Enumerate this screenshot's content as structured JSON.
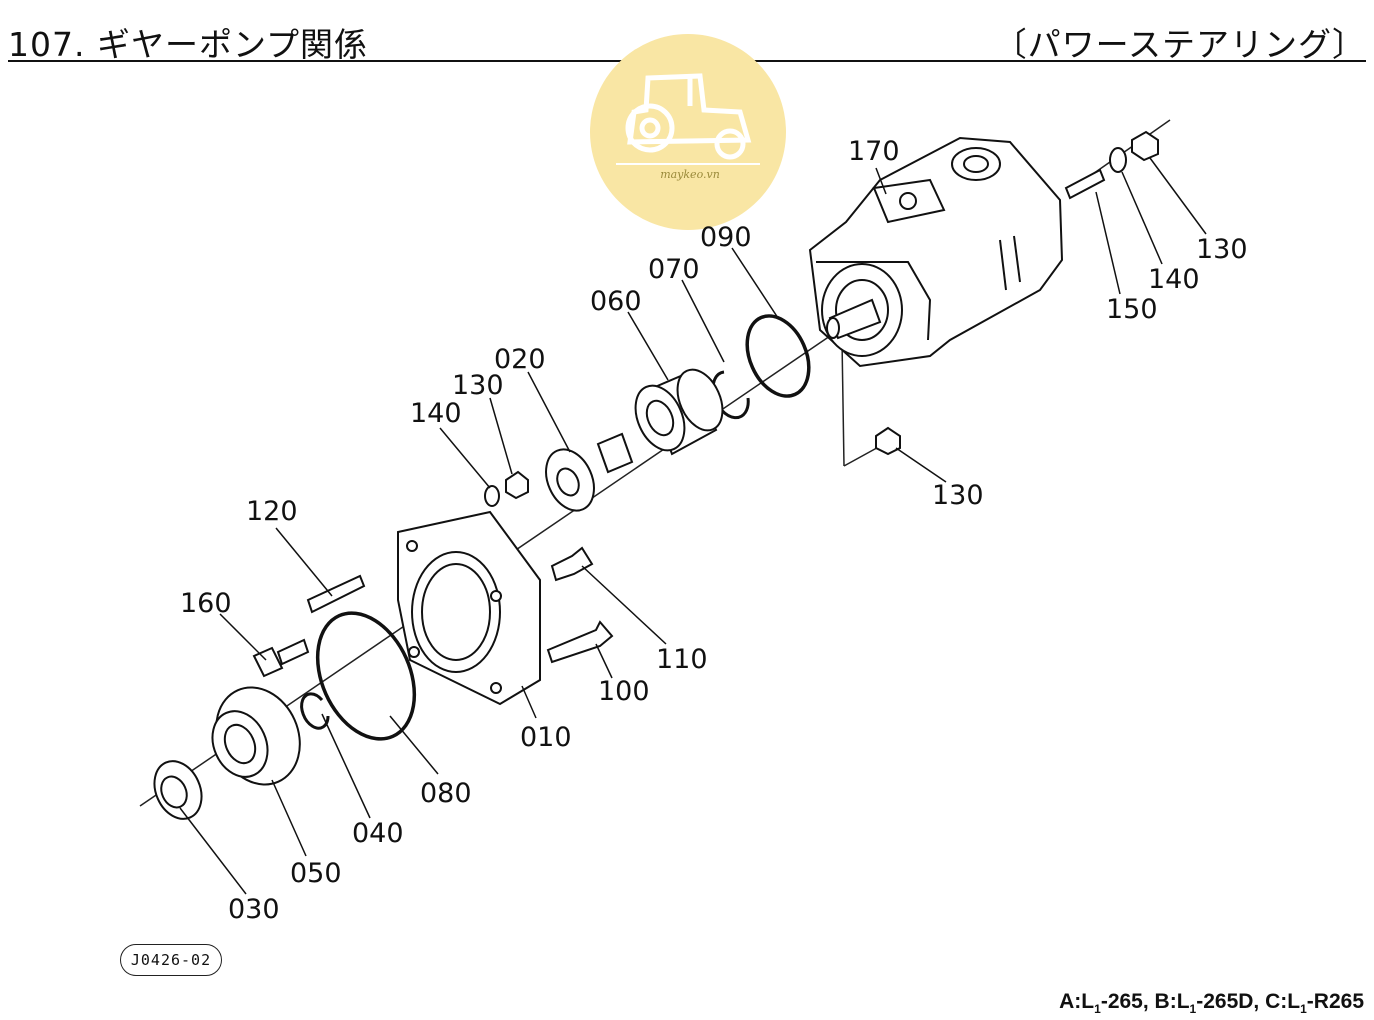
{
  "header": {
    "title": "107. ギヤーポンプ関係",
    "section": "〔パワーステアリング〕"
  },
  "watermark": {
    "text": "maykeo.vn",
    "icon": "tractor-icon",
    "color": "#f8e4a0"
  },
  "callouts": [
    "170",
    "090",
    "070",
    "060",
    "020",
    "130",
    "140",
    "130",
    "140",
    "150",
    "130",
    "120",
    "160",
    "110",
    "100",
    "010",
    "080",
    "040",
    "050",
    "030"
  ],
  "drawing_code": "J0426-02",
  "model_note": {
    "a": "A:L",
    "a_sub": "1",
    "a_rest": "-265,",
    "b": "B:L",
    "b_sub": "1",
    "b_rest": "-265D,",
    "c": "C:L",
    "c_sub": "1",
    "c_rest": "-R265"
  }
}
